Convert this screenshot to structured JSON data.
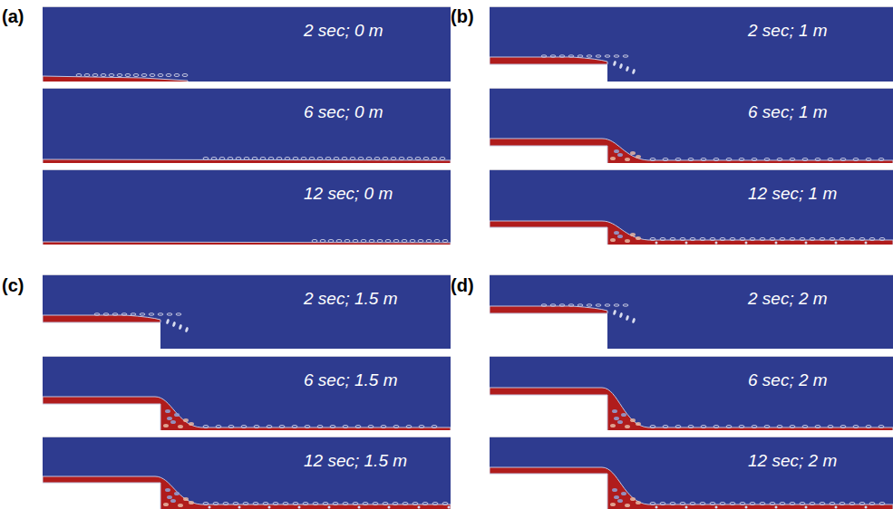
{
  "diagram": {
    "nodes": [
      {
        "text": [
          "2 sec; 0 m"
        ]
      },
      {
        "text": [
          "6 sec; 0 m"
        ]
      },
      {
        "text": [
          "12 sec; 0 m"
        ]
      },
      {
        "text": [
          "2 sec; 1 m"
        ]
      },
      {
        "text": [
          "6 sec; 1 m"
        ]
      },
      {
        "text": [
          "12 sec; 1 m"
        ]
      },
      {
        "text": [
          "2 sec; 1.5 m"
        ]
      },
      {
        "text": [
          "6 sec; 1.5 m"
        ]
      },
      {
        "text": [
          "12 sec; 1.5 m"
        ]
      },
      {
        "text": [
          "2 sec; 2 m"
        ]
      },
      {
        "text": [
          "6 sec; 2 m"
        ]
      },
      {
        "text": [
          "12 sec; 2 m"
        ]
      }
    ],
    "labels": [
      "(a)",
      "(b)",
      "(c)",
      "(d)"
    ]
  }
}
